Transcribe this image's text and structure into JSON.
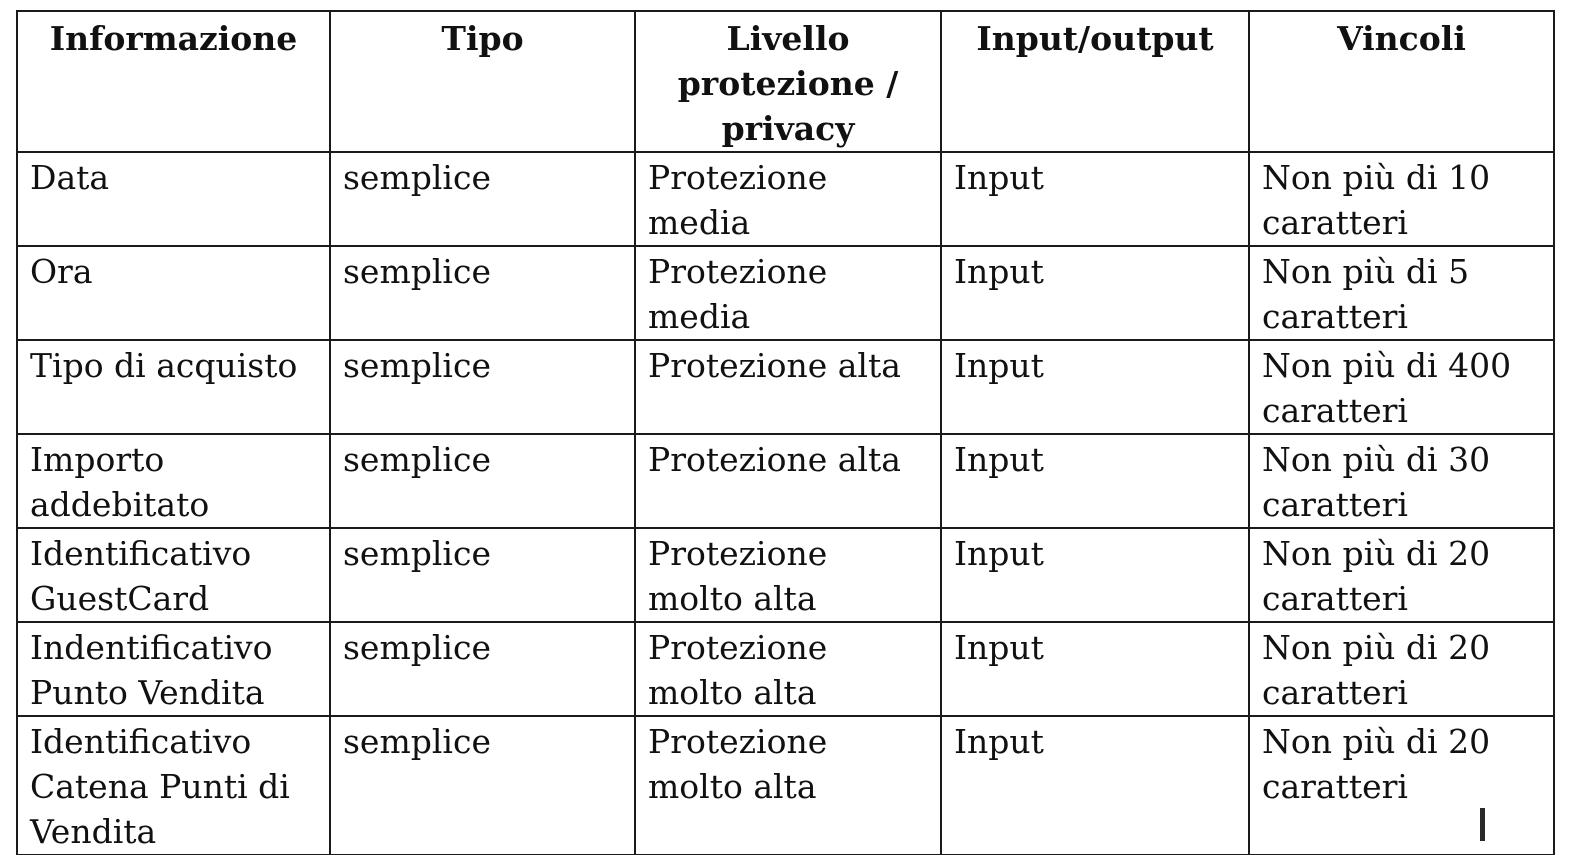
{
  "table": {
    "headers": [
      "Informazione",
      "Tipo",
      "Livello protezione / privacy",
      "Input/output",
      "Vincoli"
    ],
    "rows": [
      [
        "Data",
        "semplice",
        "Protezione media",
        "Input",
        "Non più di 10 caratteri"
      ],
      [
        "Ora",
        "semplice",
        "Protezione media",
        "Input",
        "Non più di 5 caratteri"
      ],
      [
        "Tipo di acquisto",
        "semplice",
        "Protezione alta",
        "Input",
        "Non più di 400 caratteri"
      ],
      [
        "Importo addebitato",
        "semplice",
        "Protezione alta",
        "Input",
        "Non più di 30 caratteri"
      ],
      [
        "Identificativo GuestCard",
        "semplice",
        "Protezione molto alta",
        "Input",
        "Non più di 20 caratteri"
      ],
      [
        "Indentificativo Punto Vendita",
        "semplice",
        "Protezione molto alta",
        "Input",
        "Non più di 20 caratteri"
      ],
      [
        "Identificativo Catena Punti di Vendita",
        "semplice",
        "Protezione molto alta",
        "Input",
        "Non più di 20 caratteri"
      ]
    ]
  }
}
